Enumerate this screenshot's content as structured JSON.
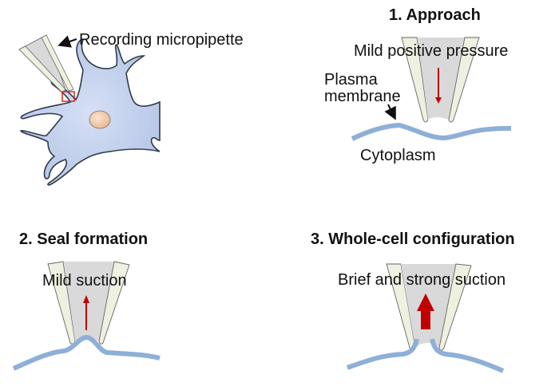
{
  "overview": {
    "pipette_label": "Recording micropipette"
  },
  "step1": {
    "title": "1. Approach",
    "pressure_label": "Mild positive pressure",
    "membrane_label_line1": "Plasma",
    "membrane_label_line2": "membrane",
    "cytoplasm_label": "Cytoplasm"
  },
  "step2": {
    "title": "2. Seal formation",
    "pressure_label": "Mild suction"
  },
  "step3": {
    "title": "3. Whole-cell configuration",
    "pressure_label": "Brief and strong suction"
  },
  "colors": {
    "cell_body": "#c5d3ee",
    "cell_outline": "#2f3a4a",
    "nucleus": "#f2c9a6",
    "pipette_glass": "#eef0e0",
    "pipette_lumen": "#d9d9d9",
    "membrane": "#8eafd8",
    "arrow": "#c00000",
    "highlight_box": "#e02020"
  }
}
